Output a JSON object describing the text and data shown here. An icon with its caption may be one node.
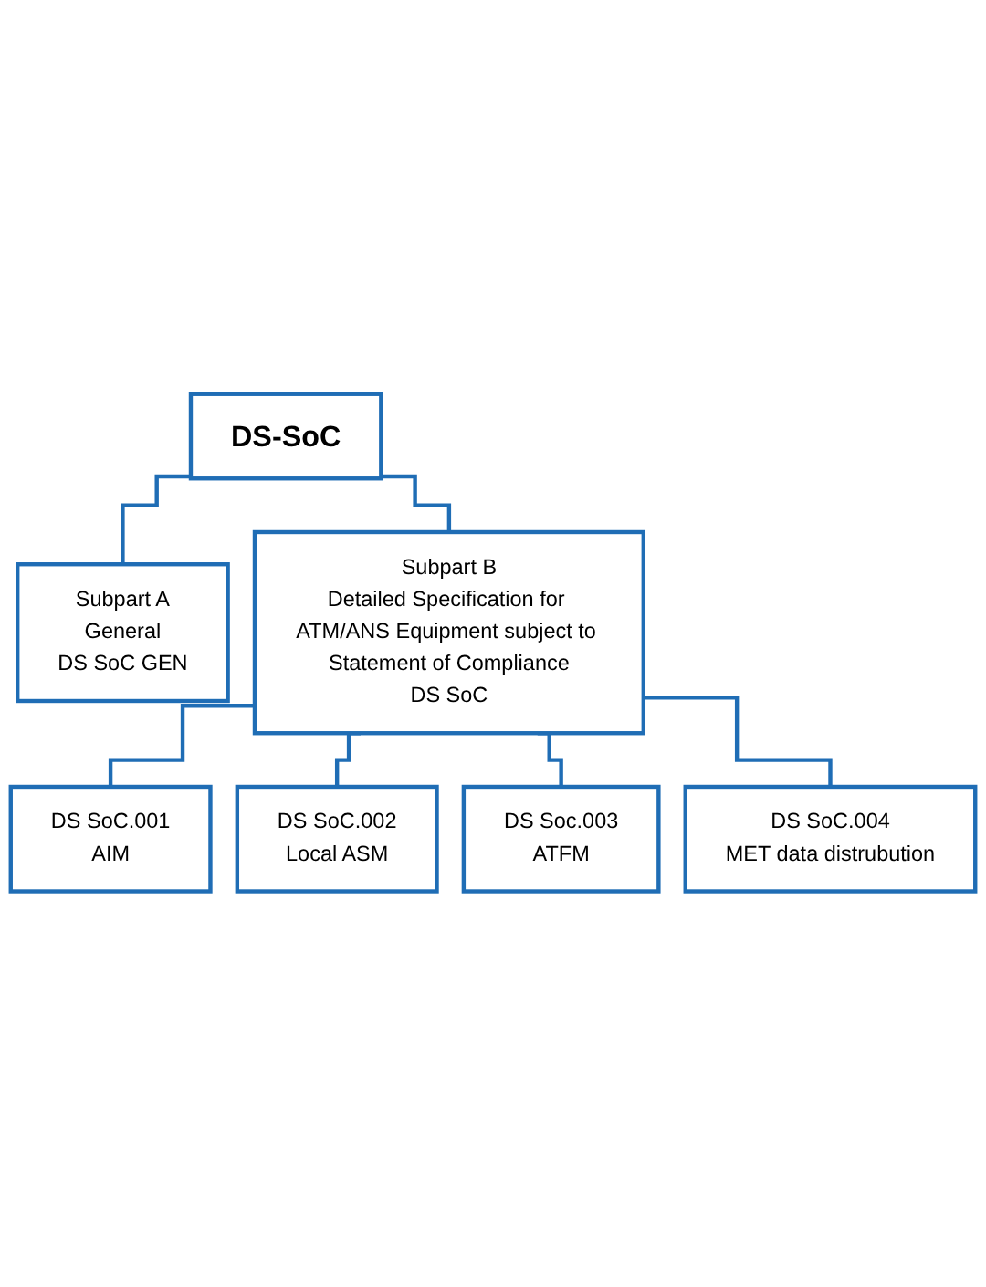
{
  "diagram": {
    "nodes": [
      {
        "text": [
          "DS-SoC"
        ]
      },
      {
        "text": [
          "Subpart A",
          "General",
          "DS SoC GEN"
        ]
      },
      {
        "text": [
          "Subpart B",
          "Detailed Specification for ATM/ANS Equipment subject to Statement of Compliance",
          "DS SoC"
        ]
      },
      {
        "text": [
          "DS SoC.001",
          "AIM"
        ]
      },
      {
        "text": [
          "DS SoC.002",
          "Local ASM"
        ]
      },
      {
        "text": [
          "DS Soc.003",
          "ATFM"
        ]
      },
      {
        "text": [
          "DS SoC.004",
          "MET data distrubution"
        ]
      }
    ],
    "edges": [
      {
        "from": 0,
        "to": 1,
        "arrow": "none"
      },
      {
        "from": 0,
        "to": 2,
        "arrow": "none"
      },
      {
        "from": 2,
        "to": 3,
        "arrow": "none"
      },
      {
        "from": 2,
        "to": 4,
        "arrow": "none"
      },
      {
        "from": 2,
        "to": 5,
        "arrow": "none"
      },
      {
        "from": 2,
        "to": 6,
        "arrow": "none"
      }
    ]
  }
}
